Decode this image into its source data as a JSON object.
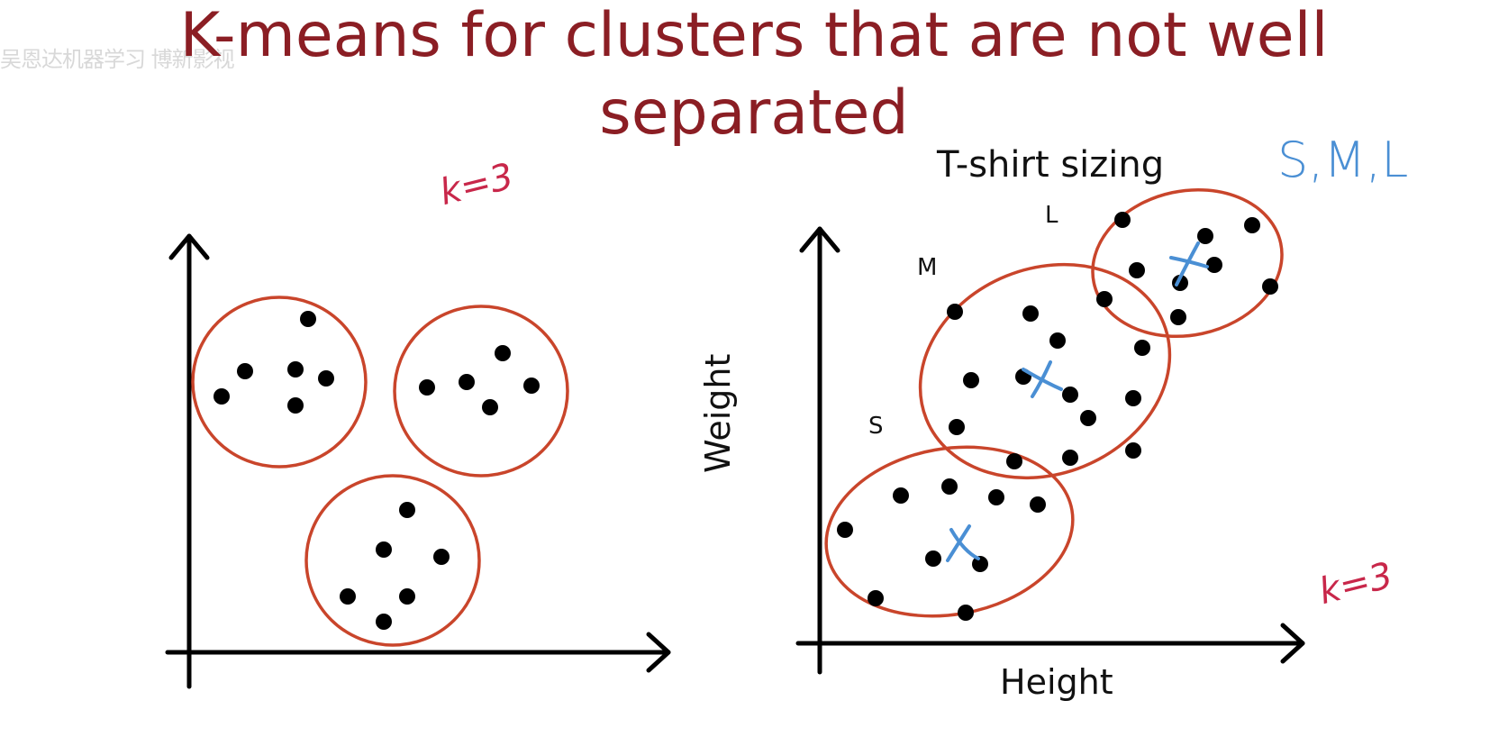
{
  "title": {
    "line1": "K-means for clusters that are not well",
    "line2": "separated"
  },
  "watermark": "吴恩达机器学习 博新影视",
  "left_panel": {
    "k_annotation": "k=3"
  },
  "right_panel": {
    "subtitle": "T-shirt sizing",
    "size_annotation": "S,M,L",
    "k_annotation": "k=3",
    "x_axis_label": "Height",
    "y_axis_label": "Weight",
    "cluster_labels": [
      "S",
      "M",
      "L"
    ]
  },
  "colors": {
    "title": "#8b1e24",
    "cluster_circle": "#c9452b",
    "point": "#000000",
    "centroid": "#4a8fd4",
    "handwriting_red": "#c8274a"
  }
}
